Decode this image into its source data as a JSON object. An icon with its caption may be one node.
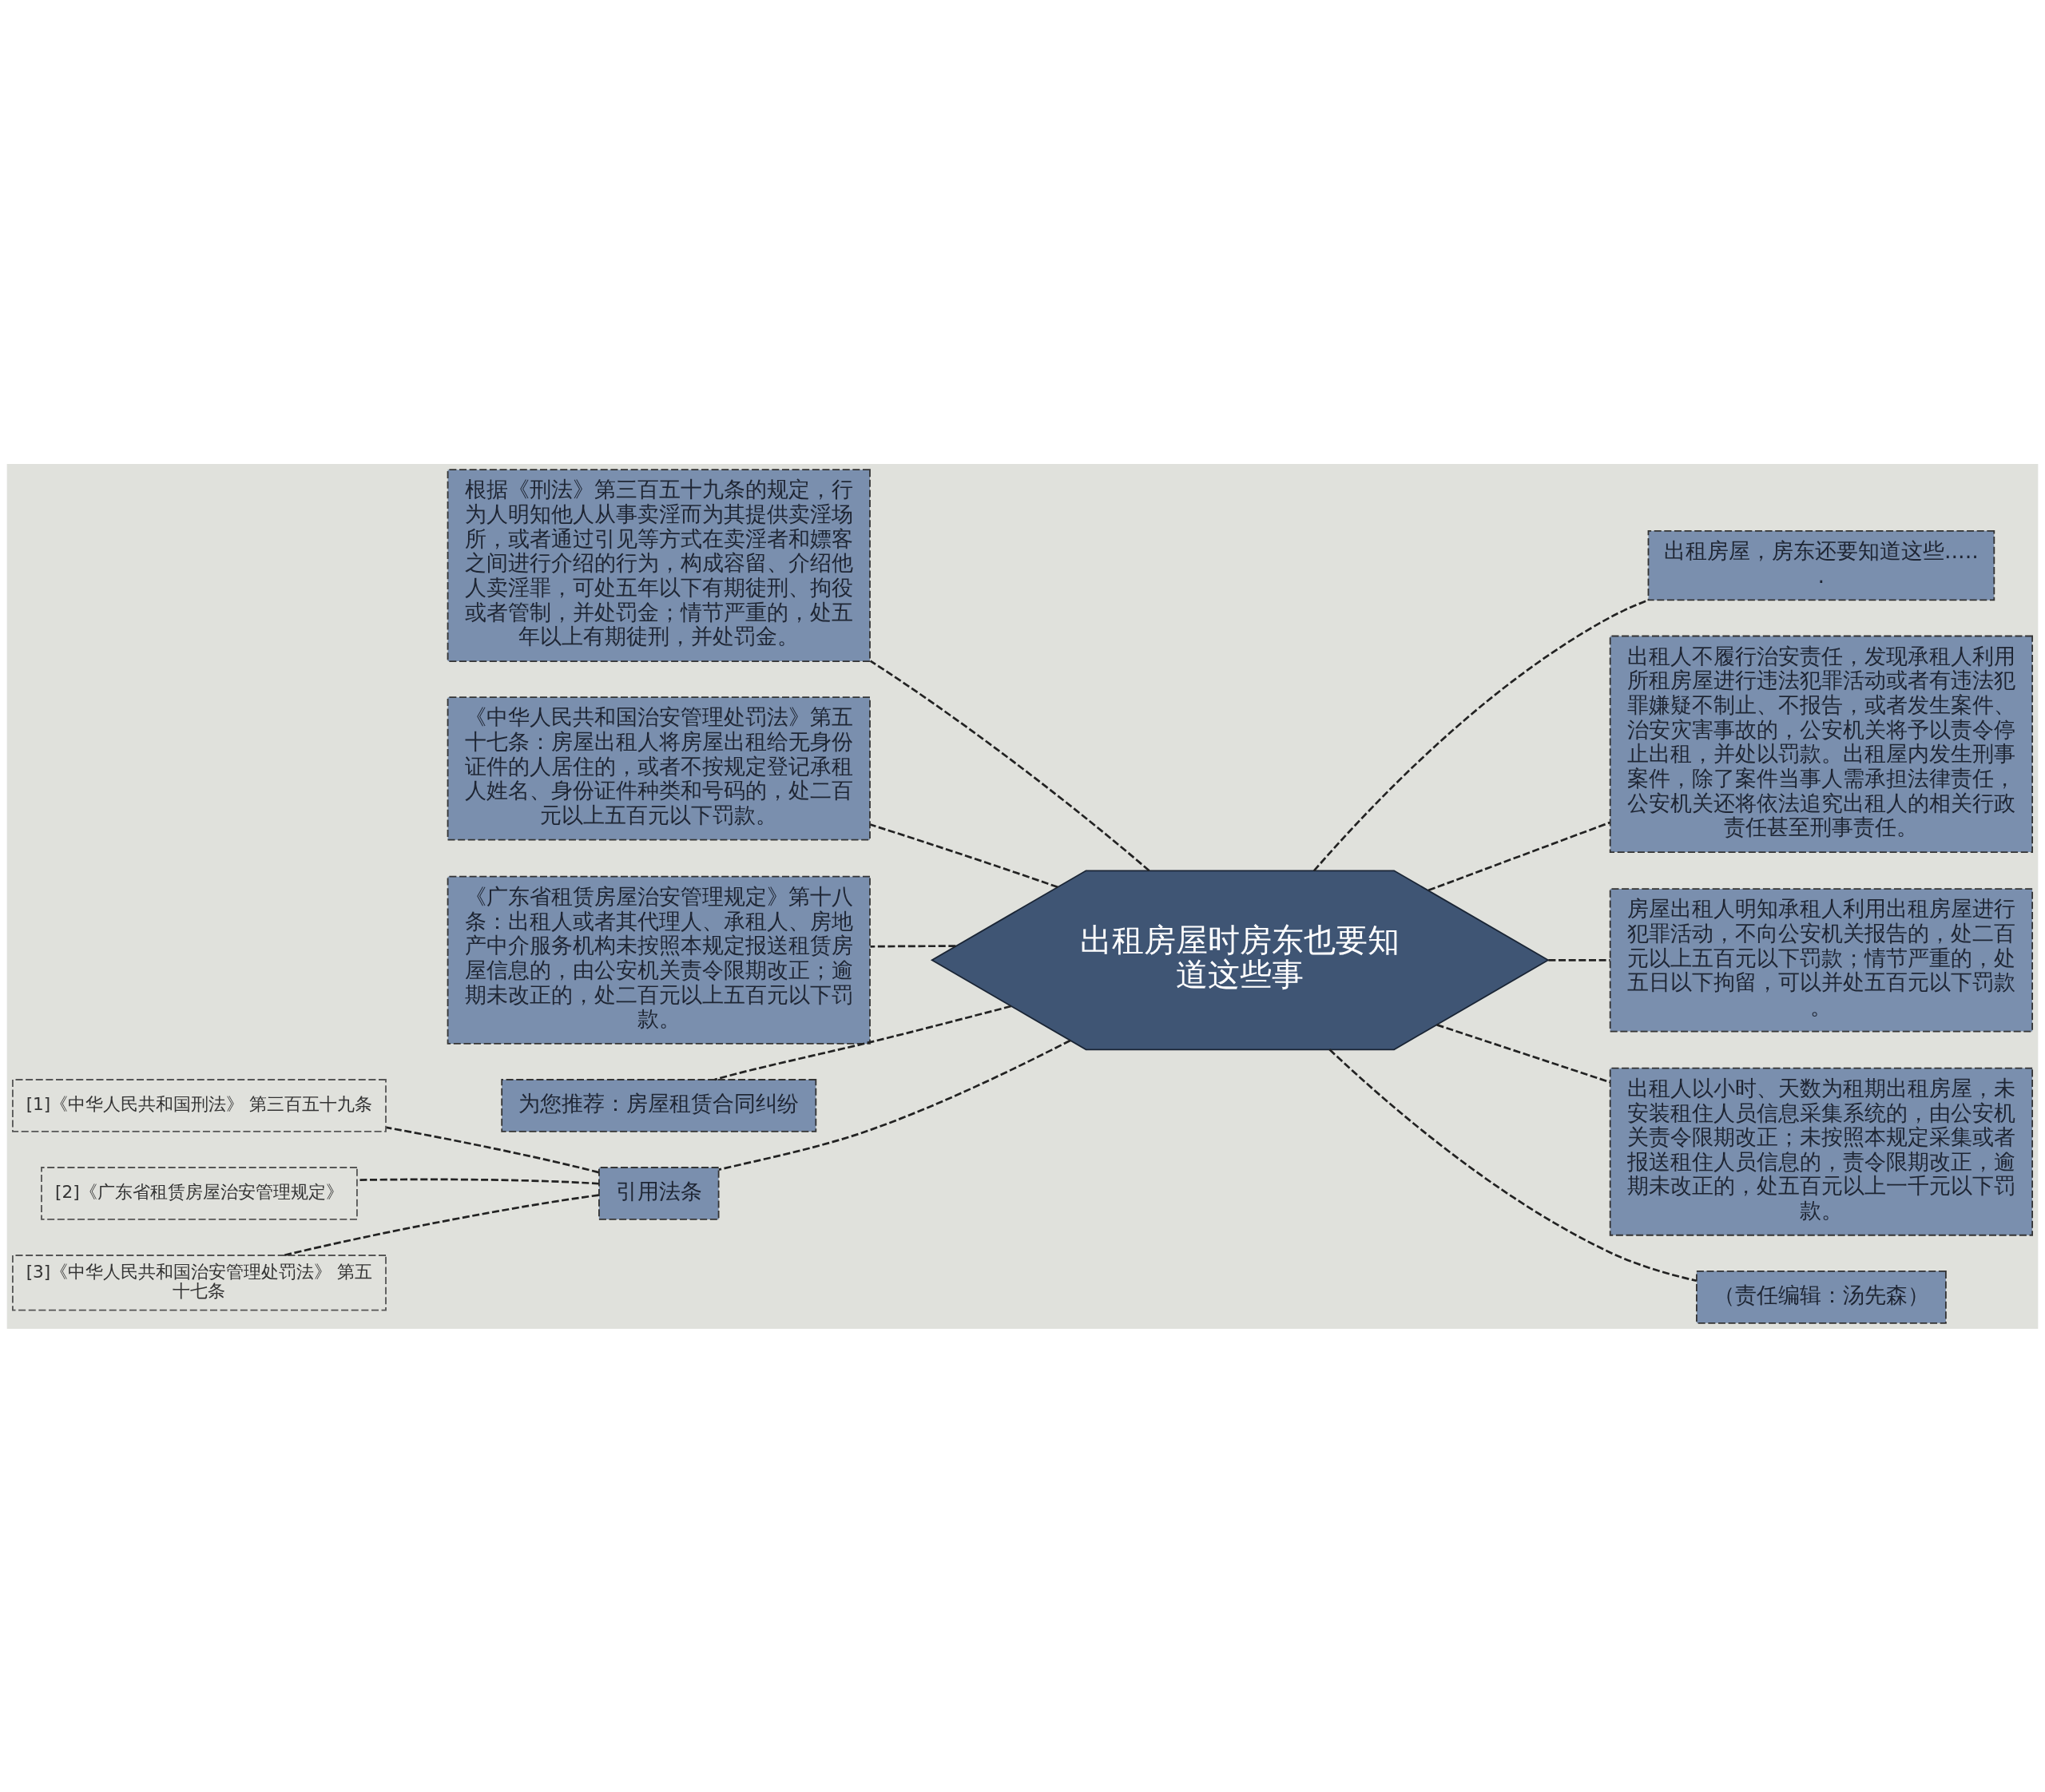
{
  "diagram": {
    "nodes": [
      {
        "text": [
          "出租房屋时房东也要知道这些事"
        ]
      },
      {
        "text": [
          "根据《刑法》第三百五十九条的规定，行为人明知他人从事卖淫而为其提供卖淫场所，或者通过引见等方式在卖淫者和嫖客之间进行介绍的行为，构成容留、介绍他人卖淫罪，可处五年以下有期徒刑、拘役或者管制，并处罚金；情节严重的，处五年以上有期徒刑，并处罚金。"
        ]
      },
      {
        "text": [
          "《中华人民共和国治安管理处罚法》第五十七条：房屋出租人将房屋出租给无身份证件的人居住的，或者不按规定登记承租人姓名、身份证件种类和号码的，处二百元以上五百元以下罚款。"
        ]
      },
      {
        "text": [
          "《广东省租赁房屋治安管理规定》第十八条：出租人或者其代理人、承租人、房地产中介服务机构未按照本规定报送租赁房屋信息的，由公安机关责令限期改正；逾期未改正的，处二百元以上五百元以下罚款。"
        ]
      },
      {
        "text": [
          "为您推荐：房屋租赁合同纠纷"
        ]
      },
      {
        "text": [
          "引用法条"
        ]
      },
      {
        "text": [
          "[1]《中华人民共和国刑法》 第三百五十九条"
        ]
      },
      {
        "text": [
          "[2]《广东省租赁房屋治安管理规定》"
        ]
      },
      {
        "text": [
          "[3]《中华人民共和国治安管理处罚法》 第五十七条"
        ]
      },
      {
        "text": [
          "出租房屋，房东还要知道这些......"
        ]
      },
      {
        "text": [
          "出租人不履行治安责任，发现承租人利用所租房屋进行违法犯罪活动或者有违法犯罪嫌疑不制止、不报告，或者发生案件、治安灾害事故的，公安机关将予以责令停止出租，并处以罚款。出租屋内发生刑事案件，除了案件当事人需承担法律责任，公安机关还将依法追究出租人的相关行政责任甚至刑事责任。"
        ]
      },
      {
        "text": [
          "房屋出租人明知承租人利用出租房屋进行犯罪活动，不向公安机关报告的，处二百元以上五百元以下罚款；情节严重的，处五日以下拘留，可以并处五百元以下罚款。"
        ]
      },
      {
        "text": [
          "出租人以小时、天数为租期出租房屋，未安装租住人员信息采集系统的，由公安机关责令限期改正；未按照本规定采集或者报送租住人员信息的，责令限期改正，逾期未改正的，处五百元以上一千元以下罚款。"
        ]
      },
      {
        "text": [
          "（责任编辑：汤先森）"
        ]
      }
    ],
    "edges": [
      {
        "from": 0,
        "to": 1,
        "arrow": "none"
      },
      {
        "from": 0,
        "to": 2,
        "arrow": "none"
      },
      {
        "from": 0,
        "to": 3,
        "arrow": "none"
      },
      {
        "from": 0,
        "to": 4,
        "arrow": "none"
      },
      {
        "from": 0,
        "to": 5,
        "arrow": "none"
      },
      {
        "from": 5,
        "to": 6,
        "arrow": "none"
      },
      {
        "from": 5,
        "to": 7,
        "arrow": "none"
      },
      {
        "from": 5,
        "to": 8,
        "arrow": "none"
      },
      {
        "from": 0,
        "to": 9,
        "arrow": "none"
      },
      {
        "from": 0,
        "to": 10,
        "arrow": "none"
      },
      {
        "from": 0,
        "to": 11,
        "arrow": "none"
      },
      {
        "from": 0,
        "to": 12,
        "arrow": "none"
      },
      {
        "from": 0,
        "to": 13,
        "arrow": "none"
      }
    ]
  }
}
